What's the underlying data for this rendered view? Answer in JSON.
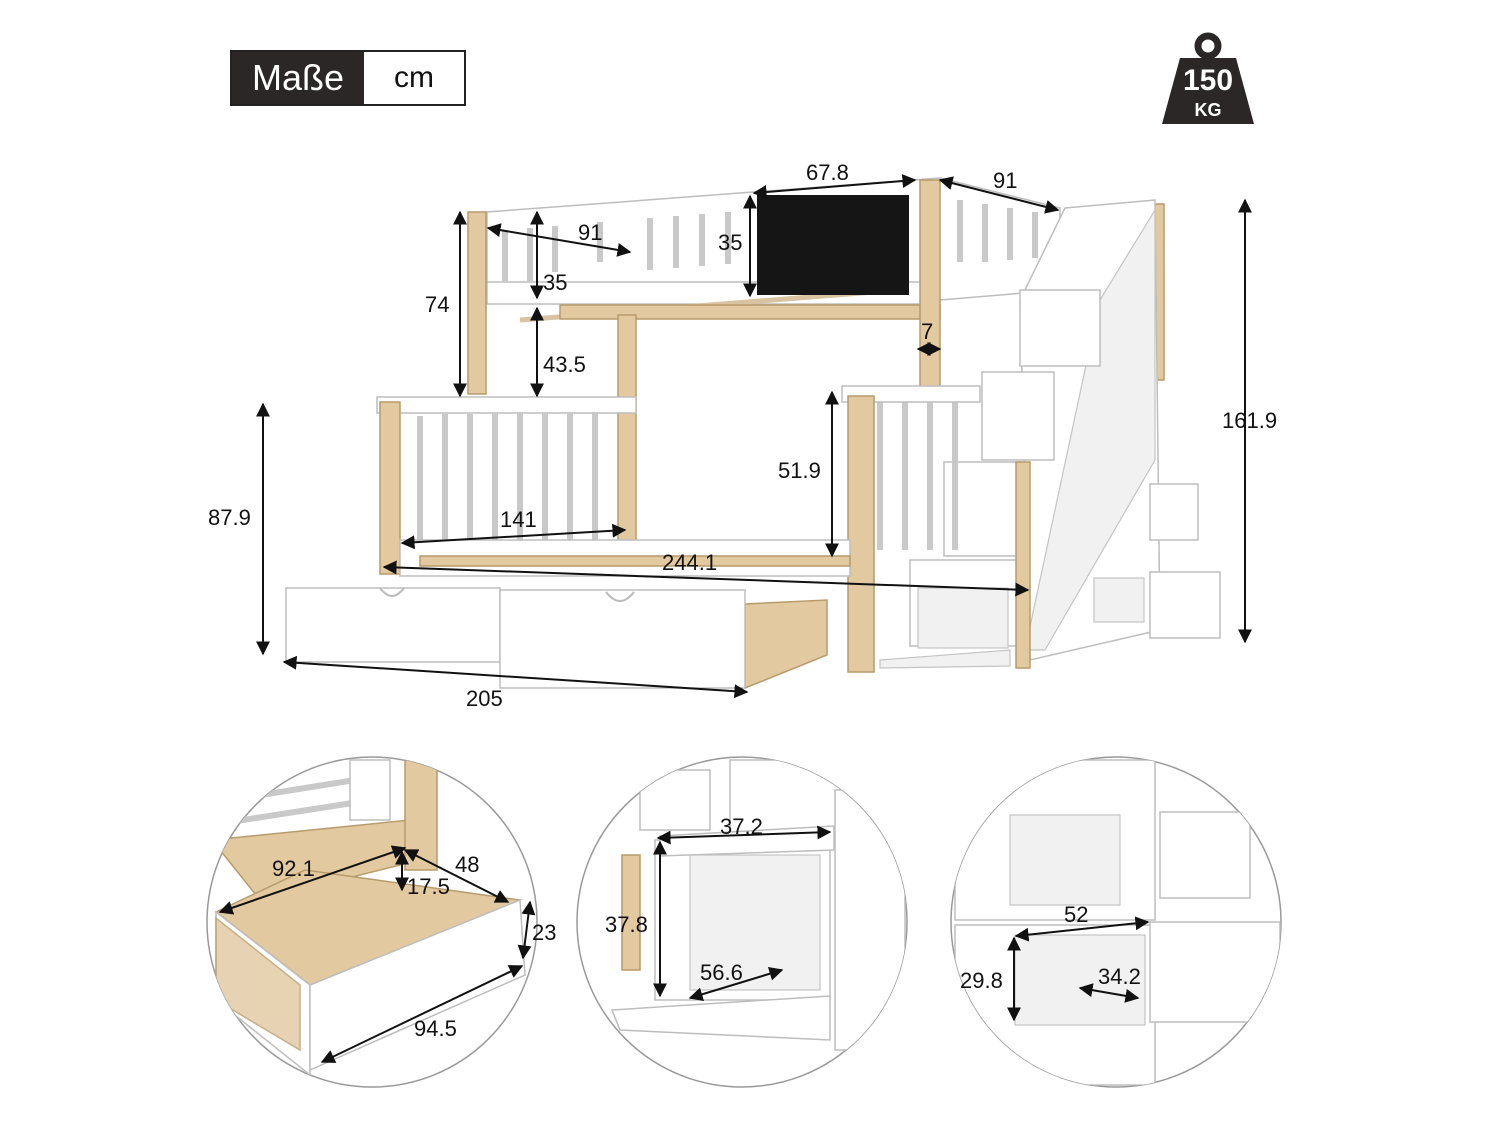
{
  "units": {
    "label": "Maße",
    "value": "cm"
  },
  "weight": {
    "value": "150",
    "unit": "KG"
  },
  "dimensions": {
    "upper_depth": "91",
    "upper_rail_height": "35",
    "upper_bed_height": "74",
    "clearance": "43.5",
    "board_width": "67.8",
    "board_height": "35",
    "right_depth": "91",
    "post": "7",
    "total_height": "161.9",
    "lower_rail_height": "51.9",
    "lower_length": "141",
    "total_length": "244.1",
    "lower_height": "87.9",
    "drawer_length": "205"
  },
  "details": {
    "drawer": {
      "width": "92.1",
      "depth": "48",
      "inner_height": "17.5",
      "outer_height": "23",
      "length": "94.5"
    },
    "step": {
      "width": "37.2",
      "height": "37.8",
      "depth": "56.6"
    },
    "cabinet": {
      "width": "52",
      "height": "29.8",
      "depth": "34.2"
    }
  },
  "colors": {
    "wood": "#e2c9a0",
    "board": "#151515",
    "label_bg": "#2b2726",
    "weight_icon": "#2b2726"
  }
}
